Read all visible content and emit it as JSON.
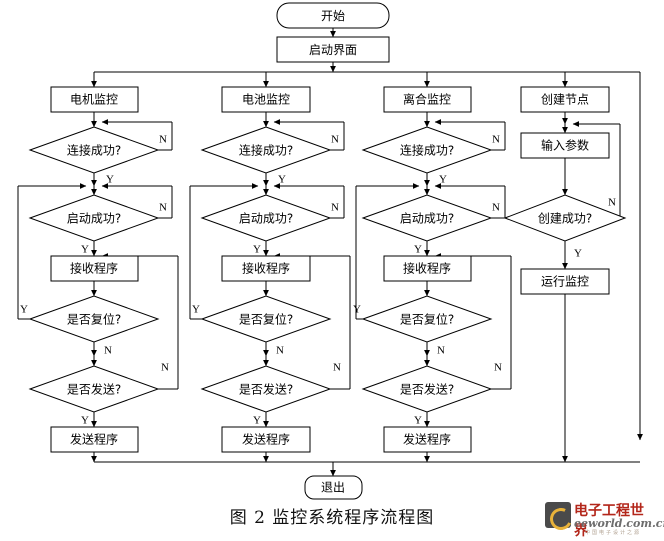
{
  "figure": {
    "caption": "图 2 监控系统程序流程图",
    "title": "监控系统程序流程图",
    "number": "图 2"
  },
  "watermark": {
    "cn": "电子工程世界",
    "en": "eeworld.com.cn",
    "tagline": "中国电子设计之源",
    "badge_letter": "C"
  },
  "colors": {
    "stroke": "#000000",
    "fill": "#ffffff",
    "background": "#ffffff",
    "watermark_cn": "#b3261a",
    "watermark_en": "#6d6d6d"
  },
  "nodes": {
    "start": {
      "label": "开始",
      "shape": "rounded"
    },
    "startup_ui": {
      "label": "启动界面",
      "shape": "rect"
    },
    "exit": {
      "label": "退出",
      "shape": "rounded"
    }
  },
  "branch_labels": {
    "yes": "Y",
    "no": "N"
  },
  "columns": [
    {
      "id": "motor",
      "head": "电机监控",
      "steps": [
        {
          "label": "连接成功?",
          "shape": "diamond",
          "yes": "Y",
          "no": "N"
        },
        {
          "label": "启动成功?",
          "shape": "diamond",
          "yes": "Y",
          "no": "N"
        },
        {
          "label": "接收程序",
          "shape": "rect"
        },
        {
          "label": "是否复位?",
          "shape": "diamond",
          "yes": "Y",
          "no": "N"
        },
        {
          "label": "是否发送?",
          "shape": "diamond",
          "yes": "Y",
          "no": "N"
        },
        {
          "label": "发送程序",
          "shape": "rect"
        }
      ]
    },
    {
      "id": "battery",
      "head": "电池监控",
      "steps": [
        {
          "label": "连接成功?",
          "shape": "diamond",
          "yes": "Y",
          "no": "N"
        },
        {
          "label": "启动成功?",
          "shape": "diamond",
          "yes": "Y",
          "no": "N"
        },
        {
          "label": "接收程序",
          "shape": "rect"
        },
        {
          "label": "是否复位?",
          "shape": "diamond",
          "yes": "Y",
          "no": "N"
        },
        {
          "label": "是否发送?",
          "shape": "diamond",
          "yes": "Y",
          "no": "N"
        },
        {
          "label": "发送程序",
          "shape": "rect"
        }
      ]
    },
    {
      "id": "clutch",
      "head": "离合监控",
      "steps": [
        {
          "label": "连接成功?",
          "shape": "diamond",
          "yes": "Y",
          "no": "N"
        },
        {
          "label": "启动成功?",
          "shape": "diamond",
          "yes": "Y",
          "no": "N"
        },
        {
          "label": "接收程序",
          "shape": "rect"
        },
        {
          "label": "是否复位?",
          "shape": "diamond",
          "yes": "Y",
          "no": "N"
        },
        {
          "label": "是否发送?",
          "shape": "diamond",
          "yes": "Y",
          "no": "N"
        },
        {
          "label": "发送程序",
          "shape": "rect"
        }
      ]
    },
    {
      "id": "node",
      "head": "创建节点",
      "steps": [
        {
          "label": "输入参数",
          "shape": "rect"
        },
        {
          "label": "创建成功?",
          "shape": "diamond",
          "yes": "Y",
          "no": "N"
        },
        {
          "label": "运行监控",
          "shape": "rect"
        }
      ]
    }
  ]
}
